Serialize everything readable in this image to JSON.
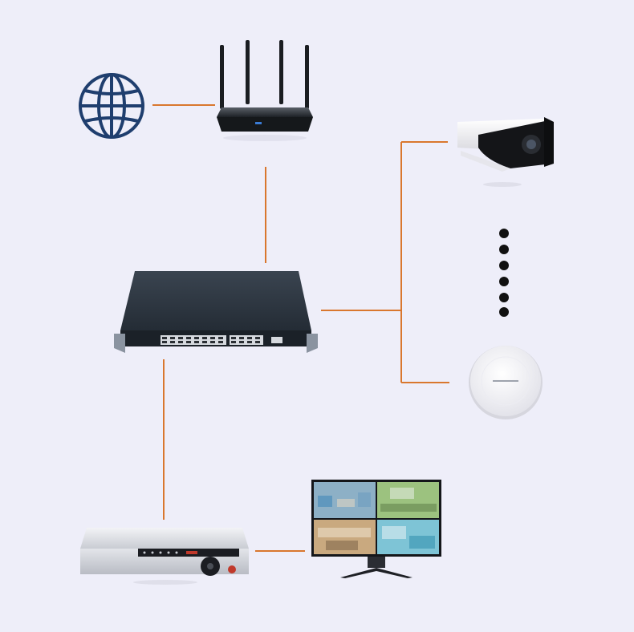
{
  "diagram": {
    "nodes": [
      {
        "id": "internet",
        "icon": "globe-icon"
      },
      {
        "id": "router",
        "icon": "wifi-router"
      },
      {
        "id": "poe-switch",
        "icon": "rack-switch"
      },
      {
        "id": "camera",
        "icon": "bullet-camera"
      },
      {
        "id": "access-point",
        "icon": "ceiling-access-point"
      },
      {
        "id": "nvr",
        "icon": "network-video-recorder"
      },
      {
        "id": "monitor",
        "icon": "monitor"
      }
    ],
    "connections": [
      {
        "from": "internet",
        "to": "router"
      },
      {
        "from": "router",
        "to": "poe-switch"
      },
      {
        "from": "poe-switch",
        "to": "camera"
      },
      {
        "from": "poe-switch",
        "to": "access-point"
      },
      {
        "from": "poe-switch",
        "to": "nvr"
      },
      {
        "from": "nvr",
        "to": "monitor"
      }
    ],
    "ellipsis_dots": 6
  },
  "colors": {
    "background": "#eeeef9",
    "connector": "#d9772e",
    "globe": "#1f3e6e",
    "device_dark": "#2c3540"
  }
}
